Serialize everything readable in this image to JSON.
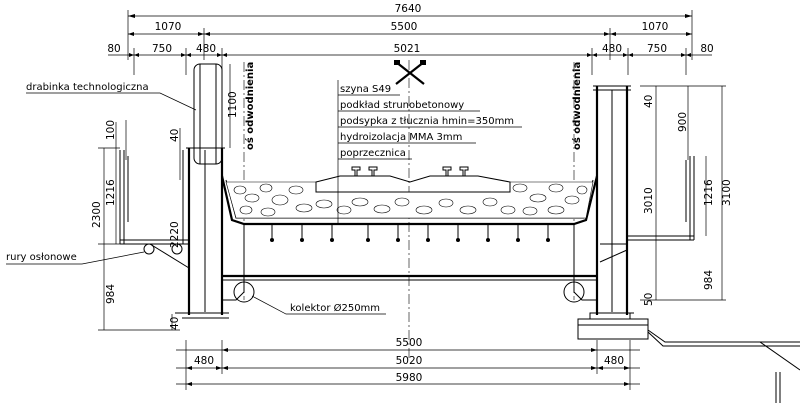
{
  "dimensions": {
    "total_width": "7640",
    "side_left": "1070",
    "side_right": "1070",
    "span_top": "5500",
    "left_80": "80",
    "left_750": "750",
    "left_480": "480",
    "inner_5021": "5021",
    "right_480": "480",
    "right_750": "750",
    "right_80": "80",
    "h_1100": "1100",
    "h_100": "100",
    "h_40_left": "40",
    "h_1216_left": "1216",
    "h_2300": "2300",
    "h_2220": "2220",
    "h_984_left": "984",
    "h_40_bottom": "40",
    "h_40_right": "40",
    "h_900": "900",
    "h_3010": "3010",
    "h_1216_right": "1216",
    "h_3100": "3100",
    "h_984_right": "984",
    "h_50": "50",
    "bottom_5500": "5500",
    "bottom_480_left": "480",
    "bottom_5020": "5020",
    "bottom_480_right": "480",
    "bottom_5980": "5980"
  },
  "labels": {
    "ladder": "drabinka technologiczna",
    "drain_axis_left": "oś odwodnienia",
    "drain_axis_right": "oś odwodnienia",
    "rail": "szyna S49",
    "sleeper": "podkład strunobetonowy",
    "ballast": "podsypka z tłucznia hmin=350mm",
    "insulation": "hydroizolacja MMA 3mm",
    "crossbeam": "poprzecznica",
    "pipes": "rury osłonowe",
    "collector": "kolektor Ø250mm"
  }
}
